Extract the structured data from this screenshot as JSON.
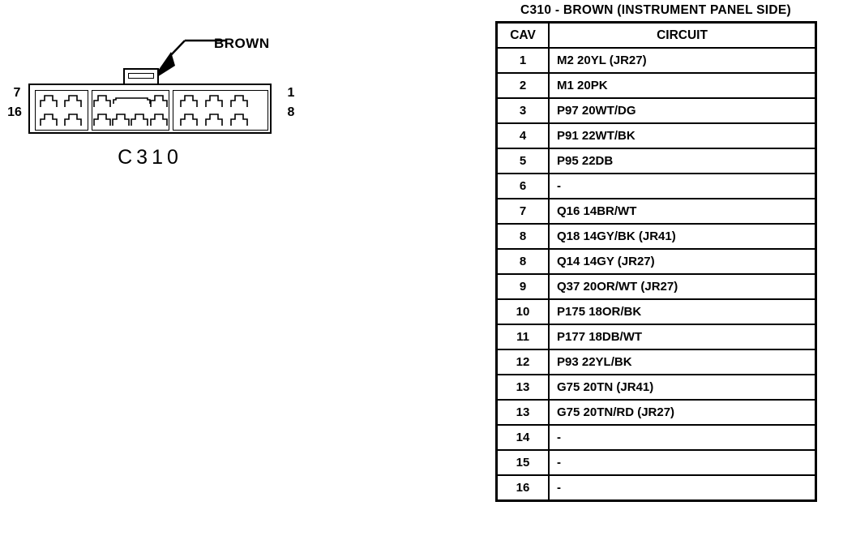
{
  "connector": {
    "caption": "C310",
    "callout_label": "BROWN",
    "pin_labels": {
      "left_top": "7",
      "left_bottom": "16",
      "right_top": "1",
      "right_bottom": "8"
    },
    "cavity_groups": [
      {
        "name": "left",
        "rows": 2,
        "cols": 2
      },
      {
        "name": "middle",
        "rows": 2,
        "cols": 4
      },
      {
        "name": "right",
        "rows": 2,
        "cols": 3
      }
    ],
    "line_color": "#000000",
    "background_color": "#ffffff"
  },
  "pinout": {
    "title": "C310 - BROWN (INSTRUMENT PANEL SIDE)",
    "columns": [
      "CAV",
      "CIRCUIT"
    ],
    "rows": [
      {
        "cav": "1",
        "circuit": "M2 20YL (JR27)"
      },
      {
        "cav": "2",
        "circuit": "M1 20PK"
      },
      {
        "cav": "3",
        "circuit": "P97 20WT/DG"
      },
      {
        "cav": "4",
        "circuit": "P91 22WT/BK"
      },
      {
        "cav": "5",
        "circuit": "P95 22DB"
      },
      {
        "cav": "6",
        "circuit": "-"
      },
      {
        "cav": "7",
        "circuit": "Q16 14BR/WT"
      },
      {
        "cav": "8",
        "circuit": "Q18 14GY/BK (JR41)"
      },
      {
        "cav": "8",
        "circuit": "Q14 14GY (JR27)"
      },
      {
        "cav": "9",
        "circuit": "Q37 20OR/WT (JR27)"
      },
      {
        "cav": "10",
        "circuit": "P175 18OR/BK"
      },
      {
        "cav": "11",
        "circuit": "P177 18DB/WT"
      },
      {
        "cav": "12",
        "circuit": "P93 22YL/BK"
      },
      {
        "cav": "13",
        "circuit": "G75 20TN (JR41)"
      },
      {
        "cav": "13",
        "circuit": "G75 20TN/RD (JR27)"
      },
      {
        "cav": "14",
        "circuit": "-"
      },
      {
        "cav": "15",
        "circuit": "-"
      },
      {
        "cav": "16",
        "circuit": "-"
      }
    ]
  }
}
